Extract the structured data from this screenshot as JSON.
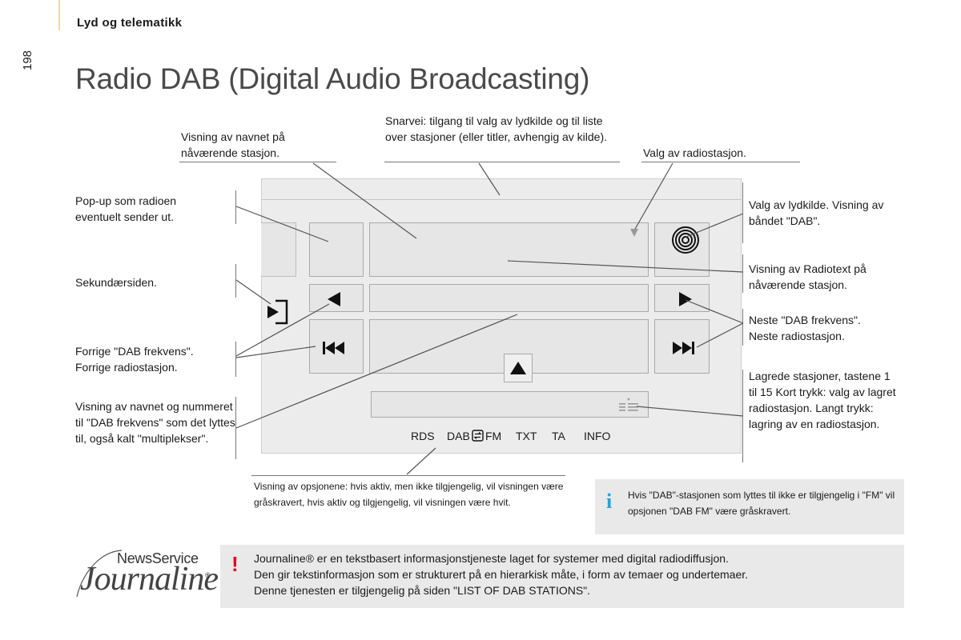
{
  "header": {
    "section": "Lyd og telematikk",
    "page_number": "198",
    "title": "Radio DAB (Digital Audio Broadcasting)"
  },
  "callouts": {
    "station_name": "Visning av navnet på nåværende stasjon.",
    "shortcut": "Snarvei: tilgang til valg av lydkilde og til liste over stasjoner (eller titler, avhengig av kilde).",
    "station_select": "Valg av radiostasjon.",
    "popup": "Pop-up som radioen eventuelt sender ut.",
    "secondary": "Sekundærsiden.",
    "prev": "Forrige \"DAB frekvens\". Forrige radiostasjon.",
    "multiplex": "Visning av navnet og nummeret til \"DAB frekvens\" som det lyttes til, også kalt \"multiplekser\".",
    "source": "Valg av lydkilde. Visning av båndet \"DAB\".",
    "radiotext": "Visning av Radiotext på nåværende stasjon.",
    "next": "Neste \"DAB frekvens\". Neste radiostasjon.",
    "presets": "Lagrede stasjoner, tastene 1 til 15 Kort trykk: valg av lagret radiostasjon. Langt trykk: lagring av en radiostasjon.",
    "options": "Visning av opsjonene: hvis aktiv, men ikke tilgjengelig, vil visningen være gråskravert, hvis aktiv og tilgjengelig, vil visningen være hvit."
  },
  "screen": {
    "options": [
      "RDS",
      "DAB",
      "FM",
      "TXT",
      "TA",
      "INFO"
    ],
    "icons": {
      "prev": "triangle-left-icon",
      "next": "triangle-right-icon",
      "seek_back": "skip-back-icon",
      "seek_forward": "skip-forward-icon",
      "up": "triangle-up-icon",
      "secondary": "enter-page-icon",
      "source": "radio-waves-icon",
      "presets": "preset-list-icon",
      "dab_fm_switch": "switch-icon"
    }
  },
  "info_note": {
    "icon": "info-icon",
    "text": "Hvis \"DAB\"-stasjonen som lyttes til ikke er tilgjengelig i \"FM\" vil opsjonen \"DAB FM\" være gråskravert."
  },
  "warning_note": {
    "icon": "exclamation-icon",
    "lines": [
      "Journaline® er en tekstbasert informasjonstjeneste laget for systemer med digital radiodiffusjon.",
      "Den gir tekstinformasjon som er strukturert på en hierarkisk måte, i form av temaer og undertemaer.",
      "Denne tjenesten er tilgjengelig på siden \"LIST OF DAB STATIONS\"."
    ]
  },
  "logo": {
    "line1": "NewsService",
    "line2": "Journaline",
    "mark": "®"
  },
  "colors": {
    "title": "#4a4a4a",
    "info_icon": "#2a9fd8",
    "warning_icon": "#e3001b",
    "note_background": "#e9e9e9",
    "screen_background": "#ececec"
  }
}
